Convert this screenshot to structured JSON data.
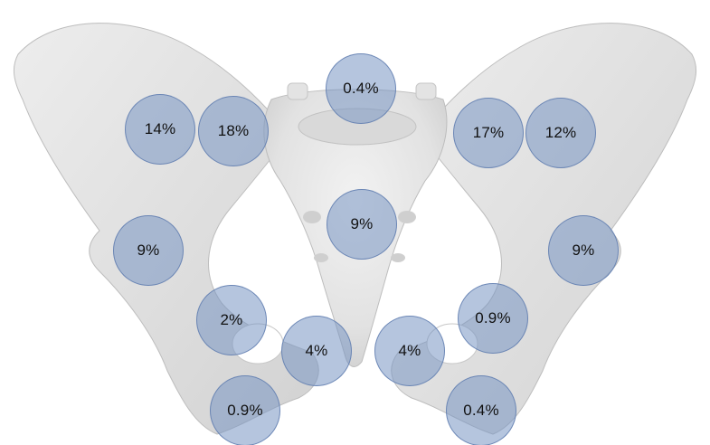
{
  "figure": {
    "subject": "pelvis-bone-illustration",
    "marker_fill": "#7896c3",
    "marker_border": "#5f7daf",
    "bone_color": "#e6e6e6"
  },
  "markers": [
    {
      "id": "sacral-promontory",
      "label": "0.4%"
    },
    {
      "id": "left-iliac-wing",
      "label": "14%"
    },
    {
      "id": "left-sacroiliac",
      "label": "18%"
    },
    {
      "id": "right-sacroiliac",
      "label": "17%"
    },
    {
      "id": "right-iliac-wing",
      "label": "12%"
    },
    {
      "id": "sacrum-center",
      "label": "9%"
    },
    {
      "id": "left-acetabulum",
      "label": "9%"
    },
    {
      "id": "right-acetabulum",
      "label": "9%"
    },
    {
      "id": "left-superior-ramus",
      "label": "2%"
    },
    {
      "id": "right-superior-ramus",
      "label": "0.9%"
    },
    {
      "id": "left-pubis",
      "label": "4%"
    },
    {
      "id": "right-pubis",
      "label": "4%"
    },
    {
      "id": "left-ischium",
      "label": "0.9%"
    },
    {
      "id": "right-ischium",
      "label": "0.4%"
    }
  ]
}
